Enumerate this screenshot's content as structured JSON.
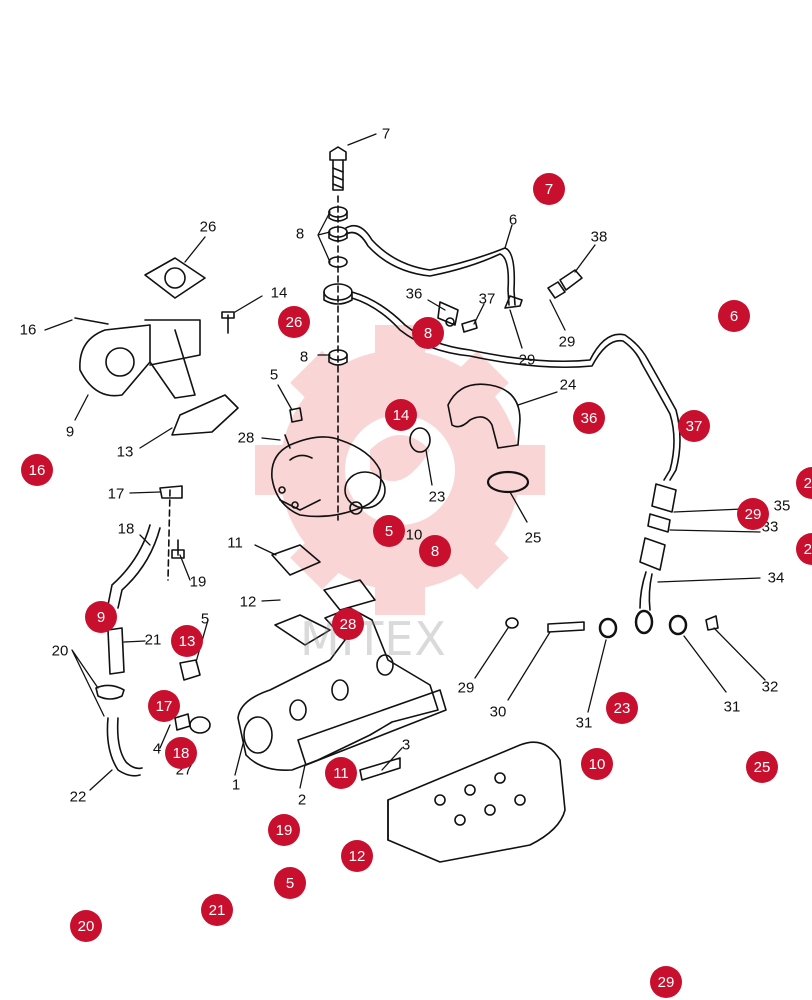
{
  "watermark": {
    "text": "MITEX",
    "color": "#f4a0a0"
  },
  "hotspot_color": "#c8102e",
  "callouts": [
    "7",
    "8",
    "6",
    "38",
    "36",
    "37",
    "29",
    "29",
    "26",
    "14",
    "16",
    "9",
    "13",
    "5",
    "28",
    "8",
    "17",
    "18",
    "19",
    "11",
    "12",
    "21",
    "20",
    "5",
    "22",
    "4",
    "27",
    "1",
    "2",
    "3",
    "23",
    "24",
    "25",
    "10",
    "35",
    "33",
    "34",
    "29",
    "30",
    "31",
    "31",
    "32"
  ],
  "hotspots": [
    "7",
    "6",
    "26",
    "8",
    "16",
    "36",
    "37",
    "14",
    "5",
    "8",
    "29",
    "29",
    "24",
    "9",
    "28",
    "13",
    "17",
    "18",
    "23",
    "10",
    "25",
    "11",
    "19",
    "12",
    "5",
    "21",
    "20",
    "29"
  ]
}
